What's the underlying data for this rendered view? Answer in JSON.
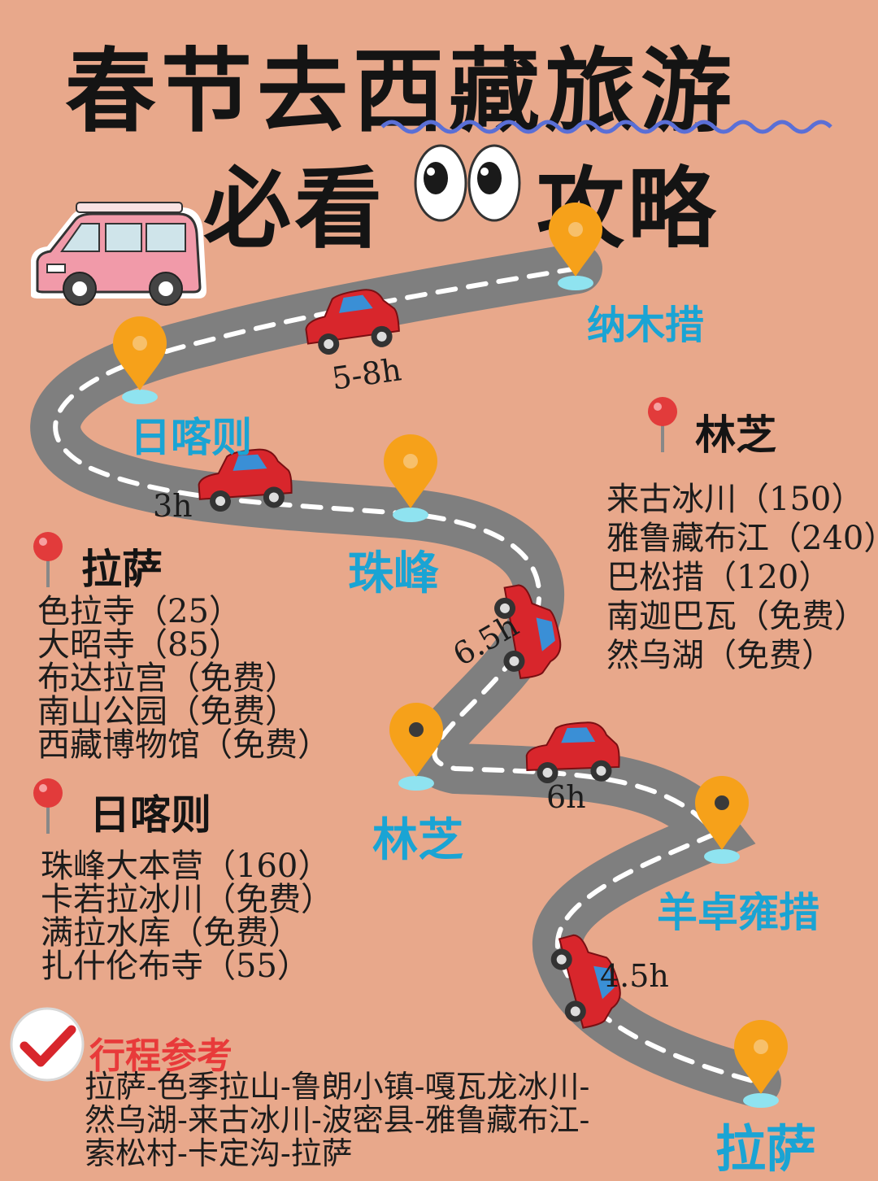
{
  "title": {
    "line1": "春节去西藏旅游",
    "line2_left": "必看",
    "line2_right": "攻略"
  },
  "route_stops": [
    "纳木措",
    "日喀则",
    "珠峰",
    "林芝",
    "羊卓雍措",
    "拉萨"
  ],
  "route_times": [
    "5-8h",
    "3h",
    "6.5h",
    "6h",
    "4.5h"
  ],
  "sections": [
    {
      "city": "拉萨",
      "items": [
        "色拉寺（25）",
        "大昭寺（85）",
        "布达拉宫（免费）",
        "南山公园（免费）",
        "西藏博物馆（免费）"
      ]
    },
    {
      "city": "日喀则",
      "items": [
        "珠峰大本营（160）",
        "卡若拉冰川（免费）",
        "满拉水库（免费）",
        "扎什伦布寺（55）"
      ]
    },
    {
      "city": "林芝",
      "items": [
        "来古冰川（150）",
        "雅鲁藏布江（240）",
        "巴松措（120）",
        "南迦巴瓦（免费）",
        "然乌湖（免费）"
      ]
    }
  ],
  "itinerary": {
    "heading": "行程参考",
    "lines": [
      "拉萨-色季拉山-鲁朗小镇-嘎瓦龙冰川-",
      "然乌湖-来古冰川-波密县-雅鲁藏布江-",
      "索松村-卡定沟-拉萨"
    ]
  },
  "colors": {
    "background": "#e8a88b",
    "road": "#7f7f7f",
    "pin": "#f6a11a",
    "stop_label": "#1aa4d4",
    "car": "#d8262c",
    "itinerary_heading": "#e83a3a"
  },
  "icons": [
    "van-icon",
    "eyes-icon",
    "map-pin-icon",
    "location-pin-icon",
    "car-icon",
    "checkmark-icon",
    "wavy-underline"
  ]
}
